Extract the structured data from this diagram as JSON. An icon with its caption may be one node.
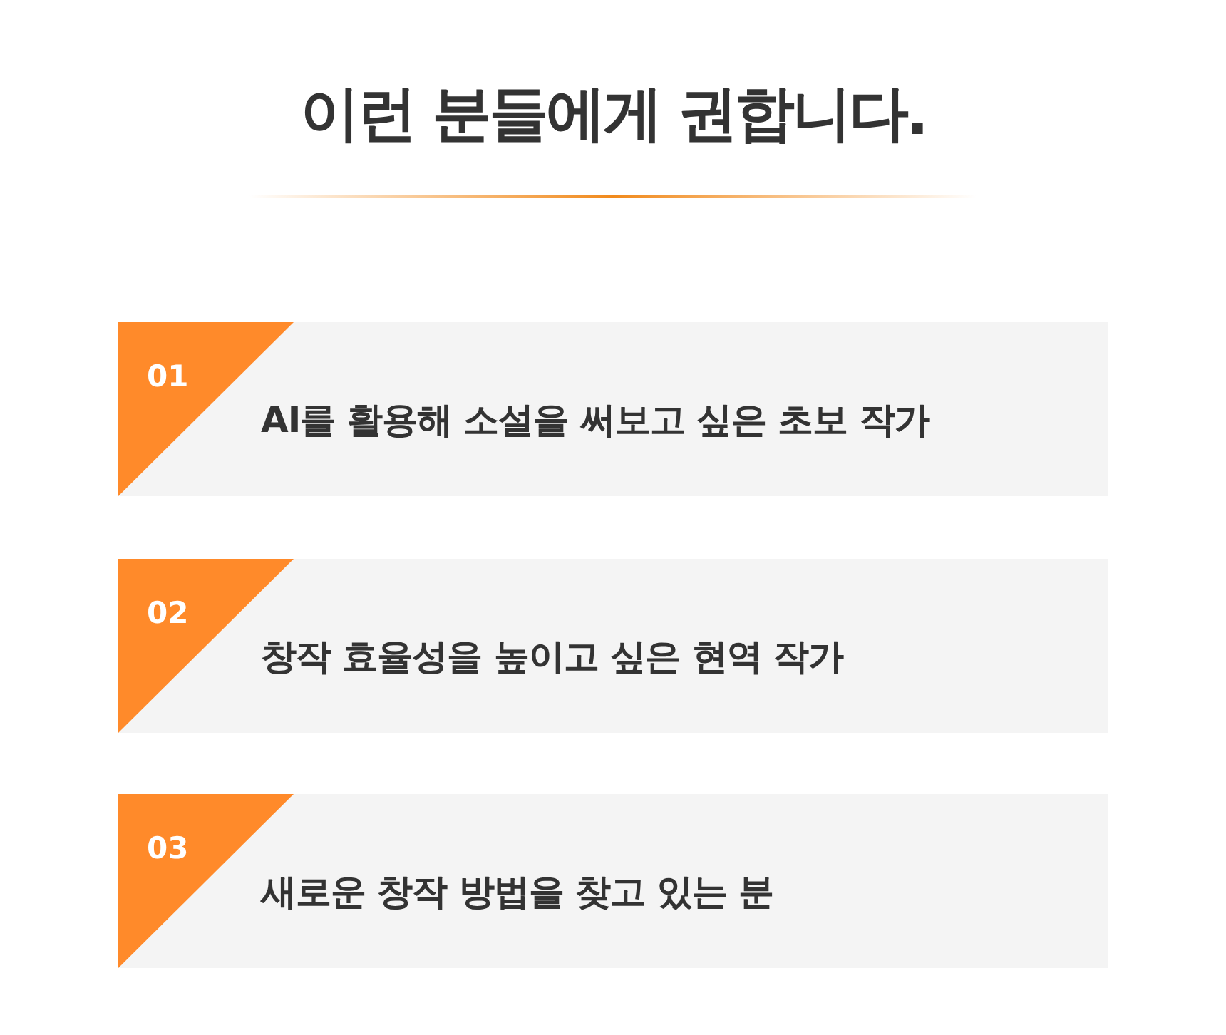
{
  "diagram": {
    "title": "이런 분들에게 권합니다.",
    "nodes": [
      {
        "text": [
          "01",
          "AI를 활용해 소설을 써보고 싶은 초보 작가"
        ]
      },
      {
        "text": [
          "02",
          "창작 효율성을 높이고 싶은 현역 작가"
        ]
      },
      {
        "text": [
          "03",
          "새로운 창작 방법을 찾고 있는 분"
        ]
      }
    ]
  }
}
